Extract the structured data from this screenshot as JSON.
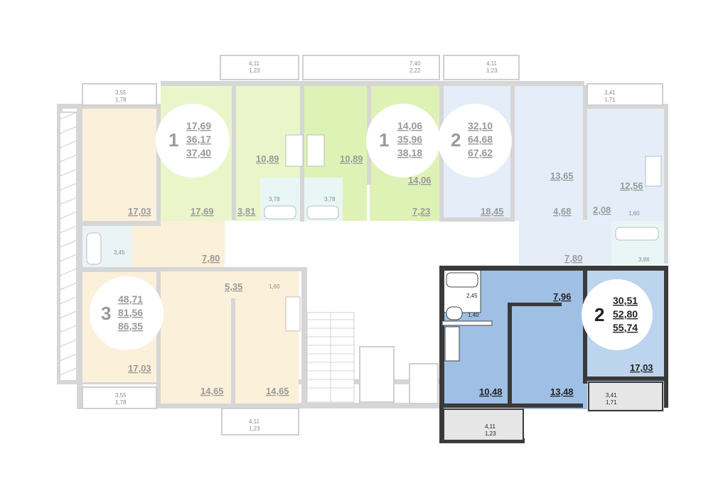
{
  "colors": {
    "one_room_light": "#eaf6c9",
    "one_room_mid": "#dff2b6",
    "two_room_light": "#e4edf8",
    "three_room": "#fbf0d9",
    "selected": "#9fc0e4",
    "selected_balcony": "#e6e6e6",
    "wall_grey": "#d6d6d6",
    "wall_dark": "#3a3a3a",
    "label_grey": "#9a9a9a",
    "label_dark": "#222222"
  },
  "apartments": [
    {
      "id": "apt-1-left",
      "rooms": "1",
      "living": "17,69",
      "total": "36,17",
      "total_with_balcony": "37,40"
    },
    {
      "id": "apt-1-right",
      "rooms": "1",
      "living": "14,06",
      "total": "35,96",
      "total_with_balcony": "38,18"
    },
    {
      "id": "apt-2-top",
      "rooms": "2",
      "living": "32,10",
      "total": "64,68",
      "total_with_balcony": "67,62"
    },
    {
      "id": "apt-2-selected",
      "rooms": "2",
      "living": "30,51",
      "total": "52,80",
      "total_with_balcony": "55,74"
    },
    {
      "id": "apt-3",
      "rooms": "3",
      "living": "48,71",
      "total": "81,56",
      "total_with_balcony": "86,35"
    }
  ],
  "room_labels": {
    "r1": "17,03",
    "r2": "17,69",
    "r3": "10,89",
    "r4": "3,81",
    "r5": "10,89",
    "r6": "14,06",
    "r7": "7,23",
    "r8": "18,45",
    "r9": "13,65",
    "r10": "4,68",
    "r11": "2,08",
    "r12": "12,56",
    "r13": "7,80",
    "r14": "7,80",
    "r15": "5,35",
    "r16": "17,03",
    "r17": "14,65",
    "r18": "14,65",
    "r19": "7,96",
    "r20": "17,03",
    "r21": "10,48",
    "r22": "13,48"
  },
  "small_labels": {
    "s1": "3,78",
    "s2": "3,78",
    "s3": "3,45",
    "s4": "1,60",
    "s5": "1,60",
    "s6": "3,86",
    "s7": "2,45",
    "s8": "1,40"
  },
  "balconies": [
    {
      "id": "b1",
      "line1": "4,11",
      "line2": "1,23"
    },
    {
      "id": "b2",
      "line1": "7,40",
      "line2": "2,22"
    },
    {
      "id": "b3",
      "line1": "4,11",
      "line2": "1,23"
    },
    {
      "id": "b4",
      "line1": "3,55",
      "line2": "1,78"
    },
    {
      "id": "b5",
      "line1": "3,41",
      "line2": "1,71"
    },
    {
      "id": "b6",
      "line1": "3,55",
      "line2": "1,78"
    },
    {
      "id": "b7",
      "line1": "4,11",
      "line2": "1,23"
    },
    {
      "id": "b8",
      "line1": "3,41",
      "line2": "1,71"
    },
    {
      "id": "b9",
      "line1": "4,11",
      "line2": "1,23"
    }
  ]
}
